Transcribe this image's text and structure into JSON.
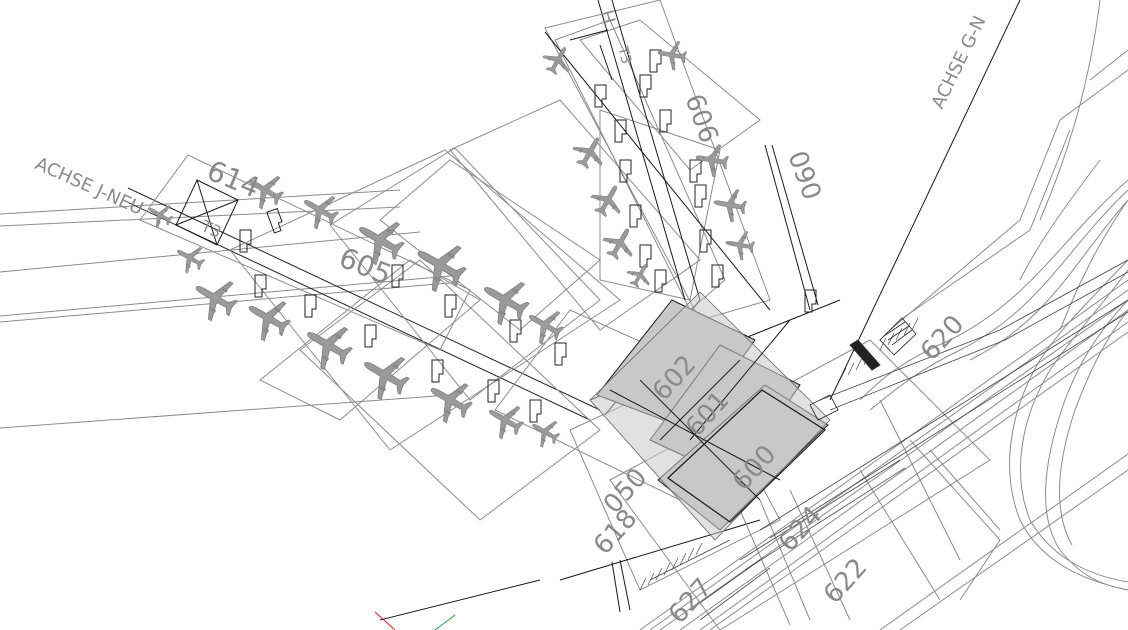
{
  "drawing": {
    "axis_labels": {
      "j_new": "ACHSE J-NEU",
      "g_new": "ACHSE G-N",
      "h": "H"
    },
    "terminal_labels": {
      "t3_left": "T3",
      "t3_top": "T3"
    },
    "zone_labels": {
      "z614": "614",
      "z605": "605",
      "z606": "606",
      "z090": "090",
      "z620": "620",
      "z602": "602",
      "z601": "601",
      "z600": "600",
      "z050": "050",
      "z618": "618",
      "z624": "624",
      "z622": "622",
      "z627": "627"
    },
    "colors": {
      "line": "#8c8c8c",
      "ink": "#1a1a1a",
      "fill_zone": "#c8c8c8",
      "aircraft": "#9a9a9a"
    }
  }
}
